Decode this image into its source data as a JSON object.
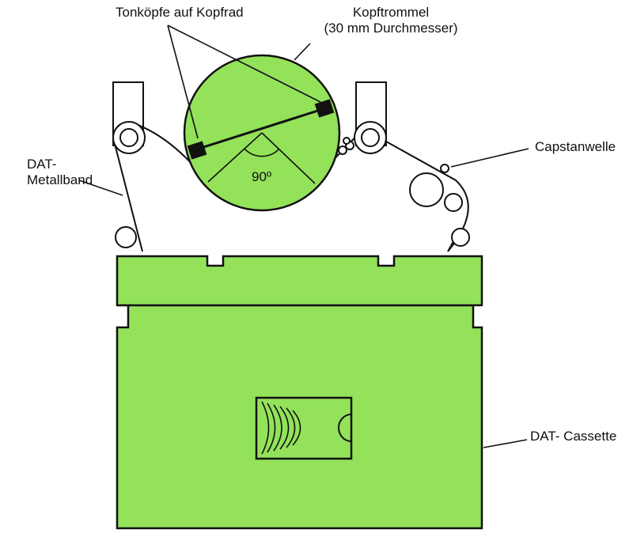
{
  "labels": {
    "heads": "Tonköpfe auf Kopfrad",
    "drum": [
      "Kopftrommel",
      "(30 mm Durchmesser)"
    ],
    "capstan": "Capstanwelle",
    "tape": [
      "DAT-",
      "Metallband"
    ],
    "angle": "90º",
    "cassette": "DAT- Cassette"
  },
  "colors": {
    "fill": "#93e25a",
    "line": "#111111",
    "background": "#ffffff"
  }
}
